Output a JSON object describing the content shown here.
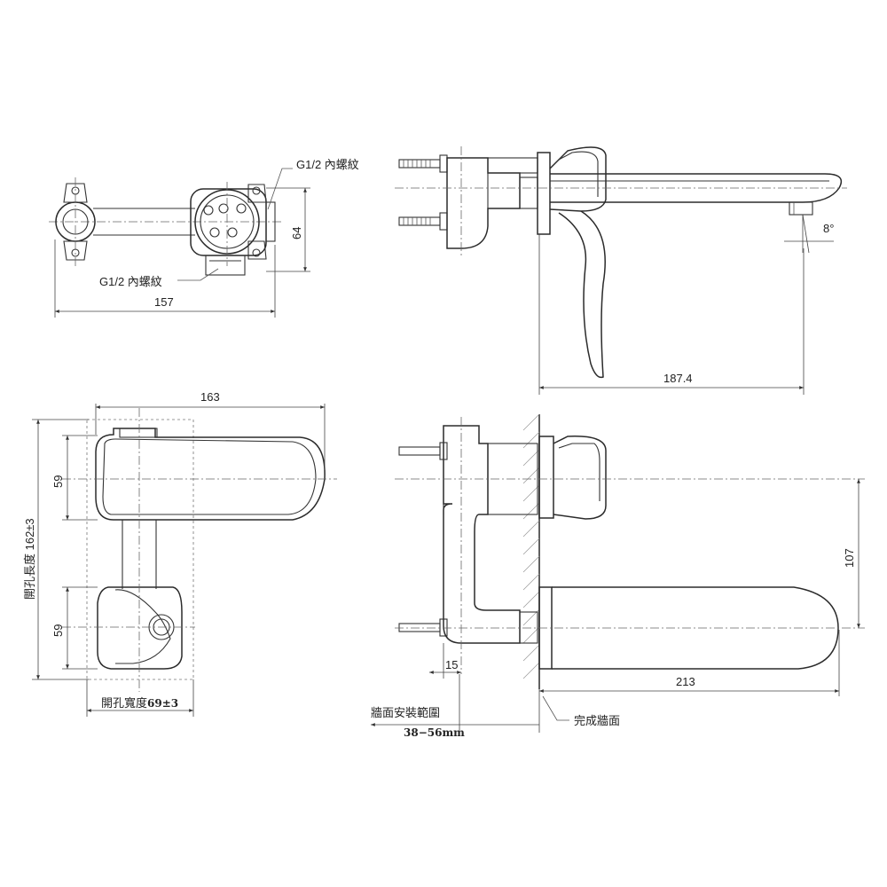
{
  "labels": {
    "thread_top": "G1/2 內螺紋",
    "thread_bottom": "G1/2 內螺紋",
    "dim_157": "157",
    "dim_64": "64",
    "dim_1874": "187.4",
    "angle_8": "8°",
    "dim_163": "163",
    "dim_59_top": "59",
    "dim_59_bottom": "59",
    "hole_length": "開孔長度 162±3",
    "hole_width_text": "開孔寬度",
    "hole_width_val": "69±3",
    "dim_107": "107",
    "dim_15": "15",
    "dim_213": "213",
    "wall_range": "牆面安裝範圍",
    "wall_range_val": "38−56mm",
    "finished_wall": "完成牆面"
  }
}
